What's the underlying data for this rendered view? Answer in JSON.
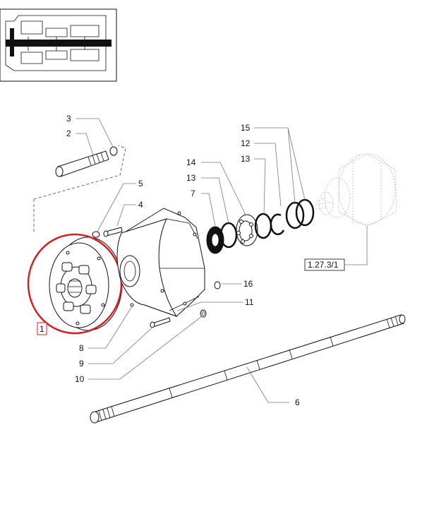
{
  "colors": {
    "line": "#111111",
    "leader": "#777777",
    "highlight": "#d42020",
    "background": "#ffffff"
  },
  "labels": {
    "l1": "1",
    "l2": "2",
    "l3": "3",
    "l4": "4",
    "l5": "5",
    "l6": "6",
    "l7": "7",
    "l8": "8",
    "l9": "9",
    "l10": "10",
    "l11": "11",
    "l12": "12",
    "l13a": "13",
    "l13b": "13",
    "l14": "14",
    "l15": "15",
    "l16": "16",
    "ref": "1.27.3/1"
  }
}
